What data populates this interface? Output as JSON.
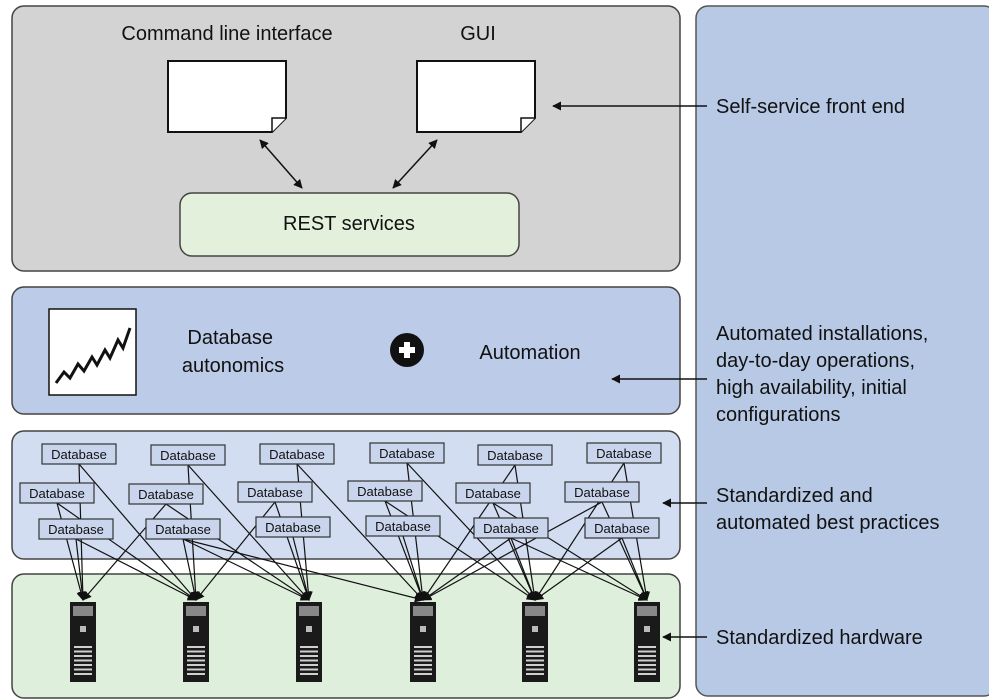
{
  "front_end": {
    "cli_label": "Command line interface",
    "gui_label": "GUI",
    "rest_label": "REST services"
  },
  "autonomics": {
    "autonomics_label_line1": "Database",
    "autonomics_label_line2": "autonomics",
    "automation_label": "Automation"
  },
  "databases": {
    "items": [
      "Database",
      "Database",
      "Database",
      "Database",
      "Database",
      "Database",
      "Database",
      "Database",
      "Database",
      "Database",
      "Database",
      "Database",
      "Database",
      "Database",
      "Database",
      "Database",
      "Database",
      "Database"
    ]
  },
  "annotations": {
    "self_service": "Self-service front end",
    "automated_line1": "Automated installations,",
    "automated_line2": "day-to-day operations,",
    "automated_line3": "high availability, initial",
    "automated_line4": "configurations",
    "best_practices_line1": "Standardized and",
    "best_practices_line2": "automated best practices",
    "hardware": "Standardized hardware"
  },
  "colors": {
    "front_end_bg": "#d3d3d3",
    "autonomics_bg": "#bccbe8",
    "databases_bg": "#d3ddf2",
    "hardware_bg": "#deefdc",
    "side_panel_bg": "#b8c9e6",
    "rest_bg": "#e3f1dc",
    "db_box_bg": "#c9d5ec"
  },
  "icons": [
    "document-icon",
    "chart-icon",
    "plus-circle-icon",
    "server-icon"
  ]
}
